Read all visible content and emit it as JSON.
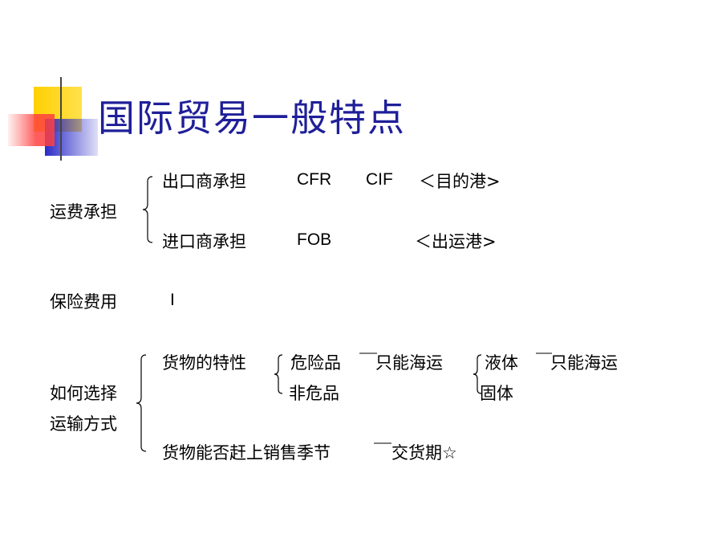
{
  "title": "国际贸易一般特点",
  "colors": {
    "title": "#1f1f99",
    "accent_yellow": "#ffd700",
    "accent_red": "#ff4d4d",
    "accent_blue": "#3030c8"
  },
  "freight": {
    "label": "运费承担",
    "exporter": {
      "label": "出口商承担",
      "terms": [
        "CFR",
        "CIF"
      ],
      "port": "＜目的港>"
    },
    "importer": {
      "label": "进口商承担",
      "terms": [
        "FOB"
      ],
      "port": "＜出运港>"
    }
  },
  "insurance": {
    "label": "保险费用",
    "value": "I"
  },
  "transport": {
    "label_line1": "如何选择",
    "label_line2": "运输方式",
    "cargo_nature": {
      "label": "货物的特性",
      "dangerous": "危险品",
      "dangerous_result": "只能海运",
      "non_dangerous": "非危品",
      "liquid": "液体",
      "liquid_result": "只能海运",
      "solid": "固体"
    },
    "season": {
      "label": "货物能否赶上销售季节",
      "result": "交货期☆"
    }
  }
}
